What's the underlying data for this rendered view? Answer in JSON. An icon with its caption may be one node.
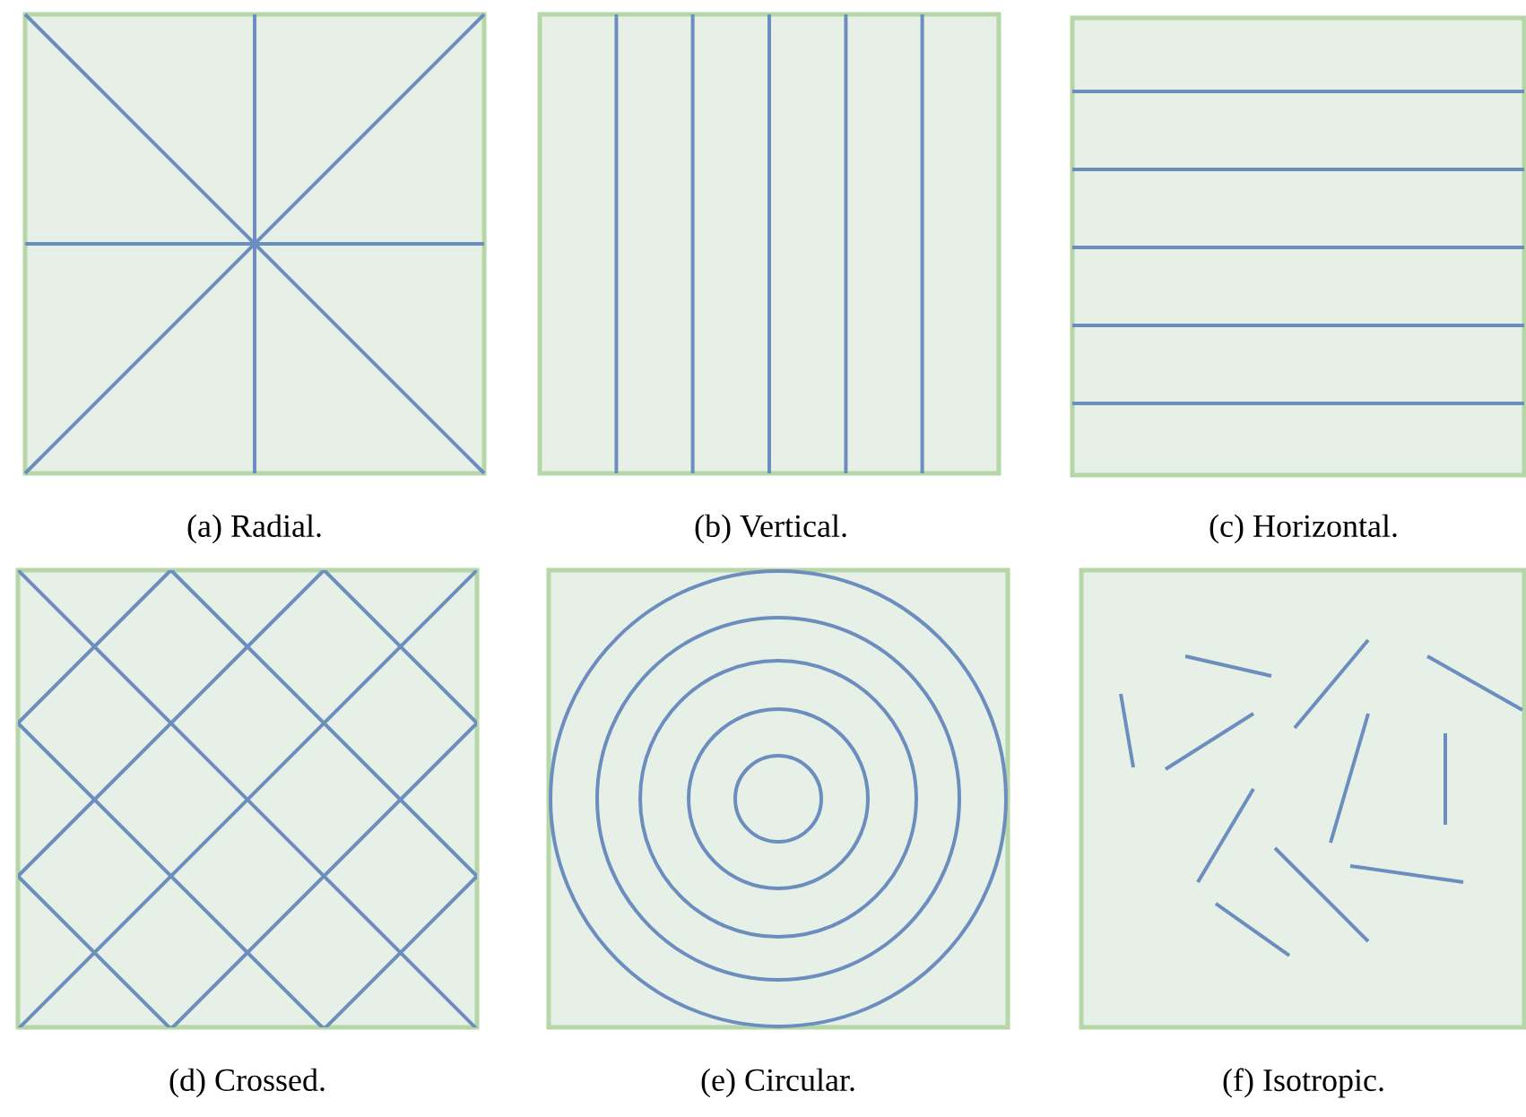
{
  "diagram": {
    "labels": [
      "(a) Radial.",
      "(b) Vertical.",
      "(c) Horizontal.",
      "(d) Crossed.",
      "(e) Circular.",
      "(f) Isotropic."
    ]
  }
}
